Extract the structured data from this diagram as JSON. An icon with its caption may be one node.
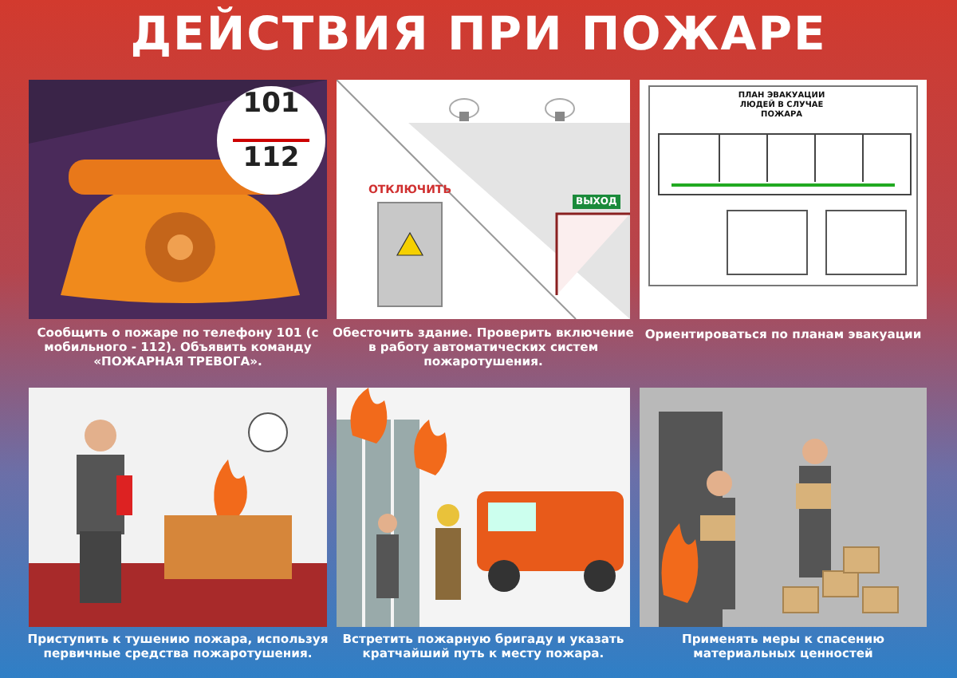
{
  "diagram": {
    "title": "ДЕЙСТВИЯ ПРИ ПОЖАРЕ",
    "labels": [
      "101",
      "112",
      "Сообщить о пожаре по телефону 101 (с мобильного - 112). Объявить команду «ПОЖАРНАЯ ТРЕВОГА».",
      "ОТКЛЮЧИТЬ",
      "ВЫХОД",
      "Обесточить здание. Проверить включение в работу автоматических систем пожаротушения.",
      "ПЛАН ЭВАКУАЦИИ ЛЮДЕЙ В СЛУЧАЕ ПОЖАРА",
      "Ориентироваться по планам эвакуации",
      "Приступить к тушению пожара, используя первичные средства пожаротушения.",
      "Встретить пожарную бригаду и указать кратчайший путь к месту пожара.",
      "Применять меры к спасению материальных ценностей"
    ]
  }
}
